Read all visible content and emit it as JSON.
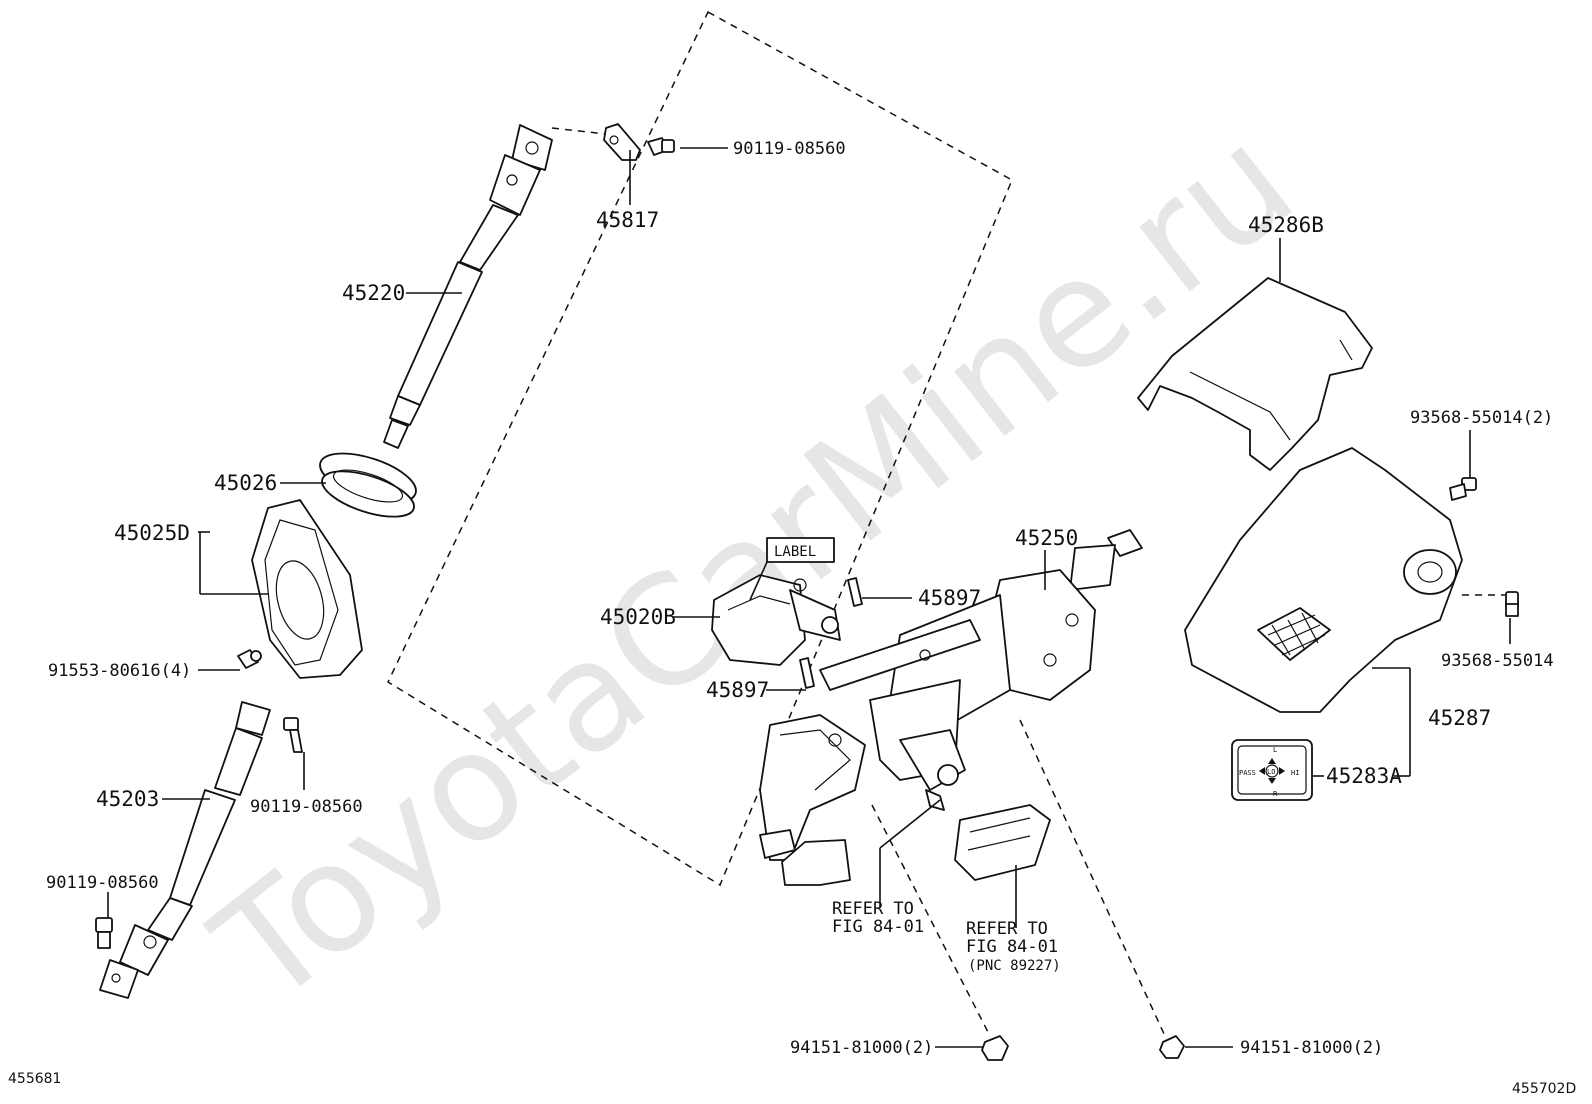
{
  "watermark": "ToyotaCarMine.ru",
  "labels": {
    "p45220": "45220",
    "p45817": "45817",
    "p90119_top": "90119-08560",
    "p45026": "45026",
    "p45025D": "45025D",
    "p91553": "91553-80616(4)",
    "p45203": "45203",
    "p90119_mid": "90119-08560",
    "p90119_low": "90119-08560",
    "p45020B": "45020B",
    "label_box": "LABEL",
    "p45897_a": "45897",
    "p45897_b": "45897",
    "p45250": "45250",
    "p45286B": "45286B",
    "p93568_2": "93568-55014(2)",
    "p93568": "93568-55014",
    "p45287": "45287",
    "p45283A": "45283A",
    "refer1_l1": "REFER TO",
    "refer1_l2": "FIG 84-01",
    "refer2_l1": "REFER TO",
    "refer2_l2": "FIG 84-01",
    "refer2_l3": "(PNC 89227)",
    "p94151_a": "94151-81000(2)",
    "p94151_b": "94151-81000(2)"
  },
  "switch_panel": {
    "pass": "PASS",
    "lo": "LO",
    "hi": "HI",
    "l": "L",
    "r": "R"
  },
  "corner_ids": {
    "left": "455681",
    "right": "455702D"
  }
}
